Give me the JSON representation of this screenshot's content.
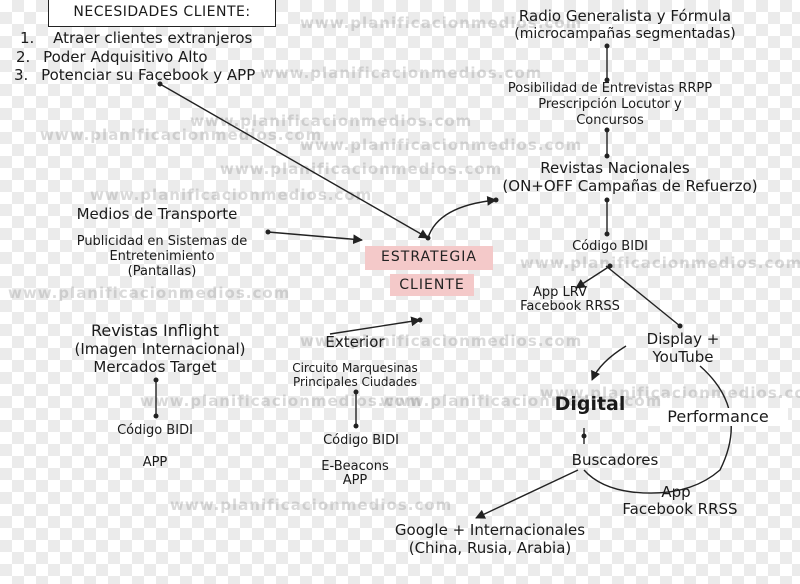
{
  "watermark": "www.planificacionmedios.com",
  "needs": {
    "title": "NECESIDADES CLIENTE:",
    "items": [
      {
        "num": "1.",
        "text": "Atraer clientes extranjeros"
      },
      {
        "num": "2.",
        "text": "Poder Adquisitivo Alto"
      },
      {
        "num": "3.",
        "text": "Potenciar su Facebook y APP"
      }
    ]
  },
  "center": {
    "line1": "ESTRATEGIA",
    "line2": "CLIENTE",
    "color": "#f4c9c9"
  },
  "radio": {
    "title": "Radio Generalista y Fórmula",
    "subtitle": "(microcampañas segmentadas)",
    "detail1": "Posibilidad de Entrevistas RRPP",
    "detail2": "Prescripción Locutor y",
    "detail3": "Concursos"
  },
  "revistas_nac": {
    "title": "Revistas Nacionales",
    "subtitle": "(ON+OFF Campañas de Refuerzo)",
    "code": "Código BIDI",
    "app1": "App LRV",
    "app2": "Facebook RRSS"
  },
  "digital": {
    "display1": "Display +",
    "display2": "YouTube",
    "title": "Digital",
    "performance": "Performance",
    "buscadores": "Buscadores",
    "app1": "App",
    "app2": "Facebook RRSS",
    "google1": "Google + Internacionales",
    "google2": "(China, Rusia, Arabia)"
  },
  "transporte": {
    "title": "Medios de Transporte",
    "detail1": "Publicidad en Sistemas de",
    "detail2": "Entretenimiento",
    "detail3": "(Pantallas)"
  },
  "inflight": {
    "title": "Revistas Inflight",
    "line2": "(Imagen Internacional)",
    "line3": "Mercados Target",
    "code": "Código BIDI",
    "app": "APP"
  },
  "exterior": {
    "title": "Exterior",
    "detail1": "Circuito Marquesinas",
    "detail2": "Principales Ciudades",
    "code": "Código BIDI",
    "beacons": "E-Beacons",
    "app": "APP"
  }
}
